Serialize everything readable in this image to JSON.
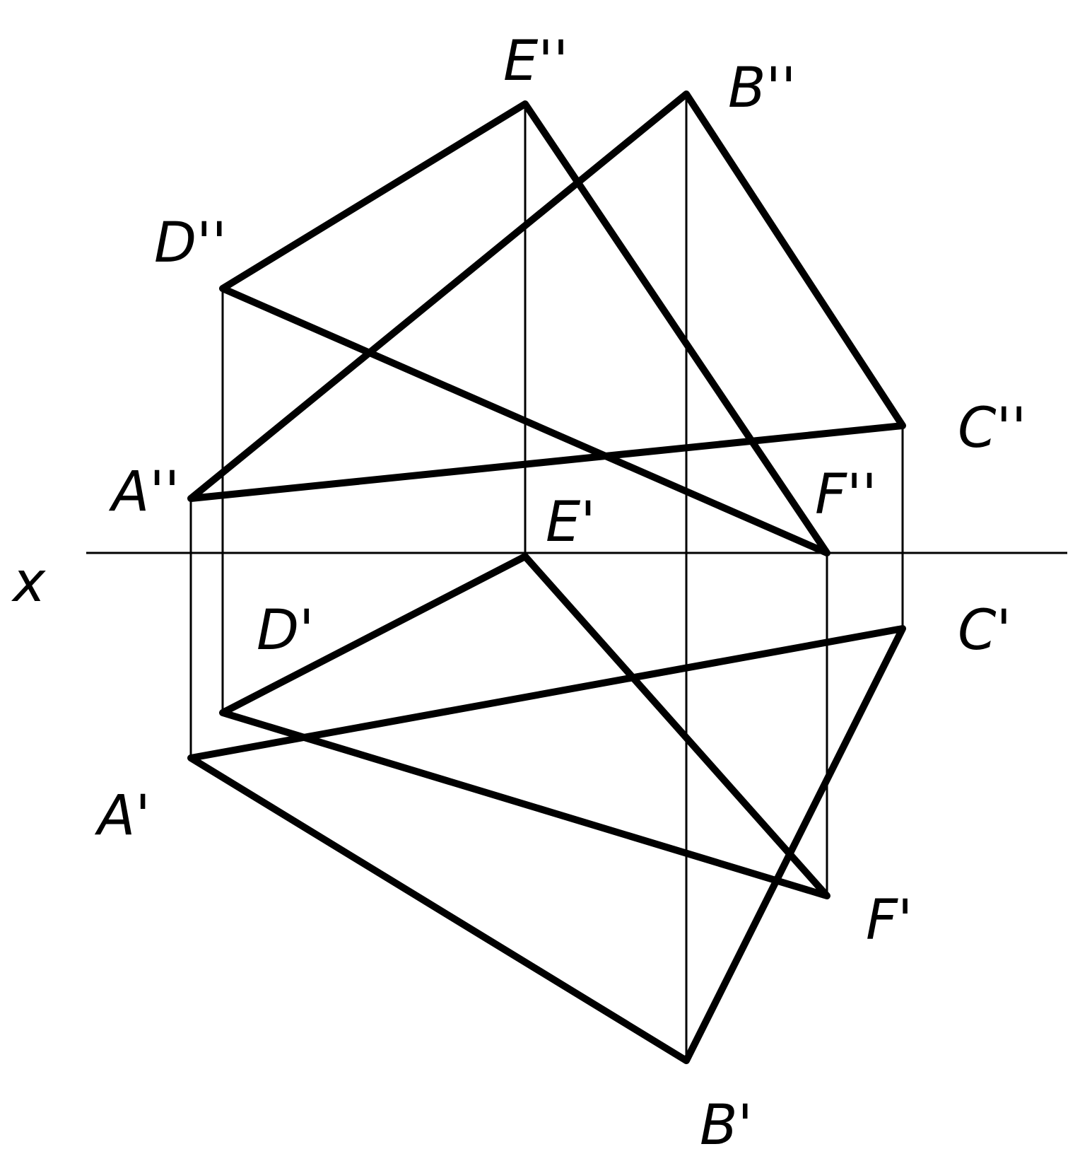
{
  "axis": {
    "label": "x"
  },
  "labels": {
    "E2": "E''",
    "B2": "B''",
    "D2": "D''",
    "C2": "C''",
    "A2": "A''",
    "F2": "F''",
    "E1": "E'",
    "D1": "D'",
    "C1": "C'",
    "A1": "A'",
    "F1": "F'",
    "B1": "B'"
  }
}
